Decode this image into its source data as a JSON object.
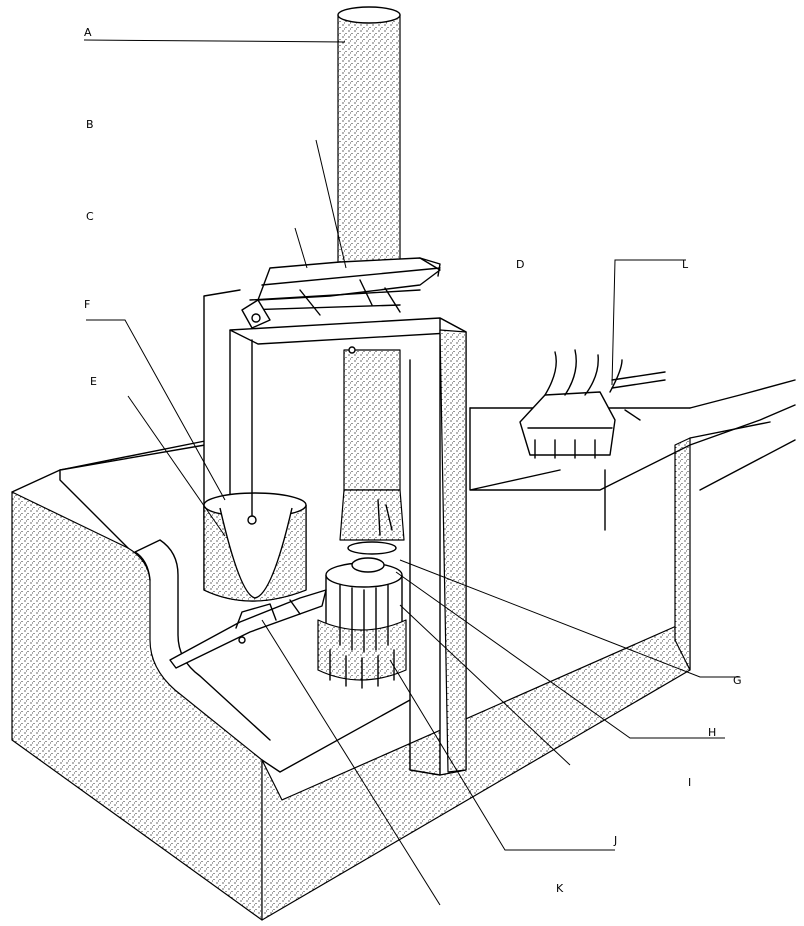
{
  "labels": {
    "A": "A",
    "B": "B",
    "C": "C",
    "D": "D",
    "E": "E",
    "F": "F",
    "G": "G",
    "H": "H",
    "I": "I",
    "J": "J",
    "K": "K",
    "L": "L"
  }
}
